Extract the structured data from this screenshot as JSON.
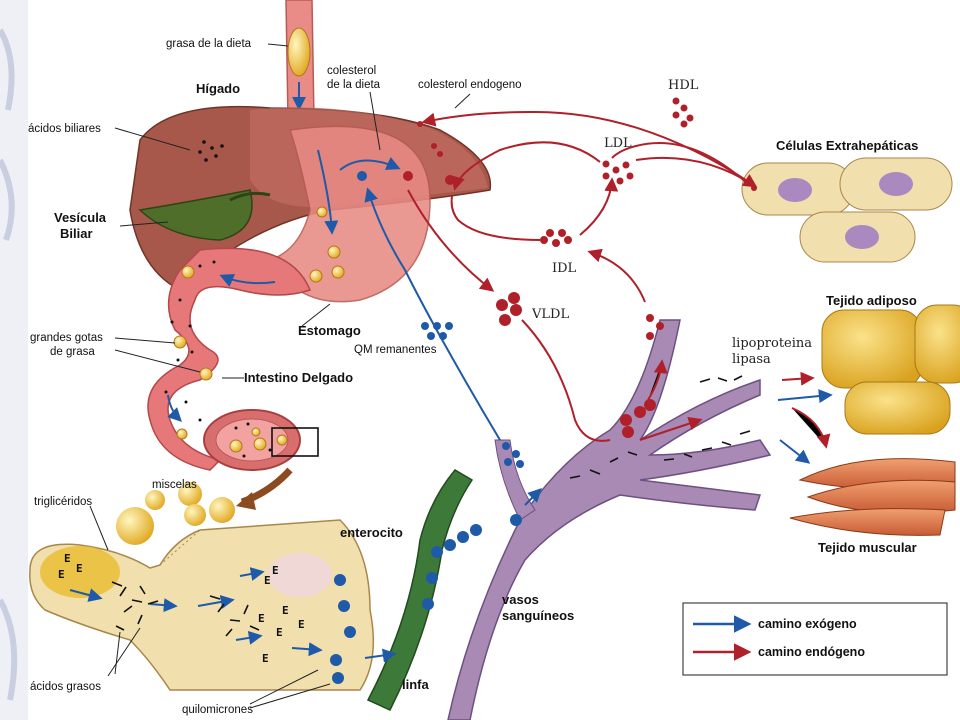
{
  "colors": {
    "exogenous": "#1e5aa8",
    "endogenous": "#b0202a",
    "liver": "#a8584a",
    "stomach": "#e88a84",
    "intestine": "#e7787a",
    "vessel": "#a98ab5",
    "lymph": "#3d7a3a",
    "fat_globule": "#e8b52e",
    "adipose": "#f0c23a",
    "muscle": "#e07a4e",
    "cell": "#f1dfae",
    "nucleus": "#a989c0"
  },
  "labels": {
    "grasa_dieta": "grasa de la dieta",
    "higado": "Hígado",
    "colesterol_dieta_1": "colesterol",
    "colesterol_dieta_2": "de la dieta",
    "colesterol_endogeno": "colesterol endogeno",
    "hdl": "HDL",
    "ldl": "LDL",
    "celulas_extra": "Células Extrahepáticas",
    "acidos_biliares": "ácidos biliares",
    "vesicula_1": "Vesícula",
    "vesicula_2": "Biliar",
    "idl": "IDL",
    "vldl": "VLDL",
    "tejido_adiposo": "Tejido adiposo",
    "estomago": "Estomago",
    "qm_remanentes": "QM remanentes",
    "lipoproteina_1": "lipoproteina",
    "lipoproteina_2": "lipasa",
    "grandes_gotas_1": "grandes gotas",
    "grandes_gotas_2": "de grasa",
    "intestino": "Intestino Delgado",
    "miscelas": "miscelas",
    "trigliceridos": "triglicéridos",
    "enterocito": "enterocito",
    "vasos_1": "vasos",
    "vasos_2": "sanguíneos",
    "tejido_muscular": "Tejido muscular",
    "acidos_grasos": "ácidos grasos",
    "linfa": "linfa",
    "quilomicrones": "quilomicrones"
  },
  "legend": {
    "exogenous_label": "camino exógeno",
    "endogenous_label": "camino endógeno"
  }
}
